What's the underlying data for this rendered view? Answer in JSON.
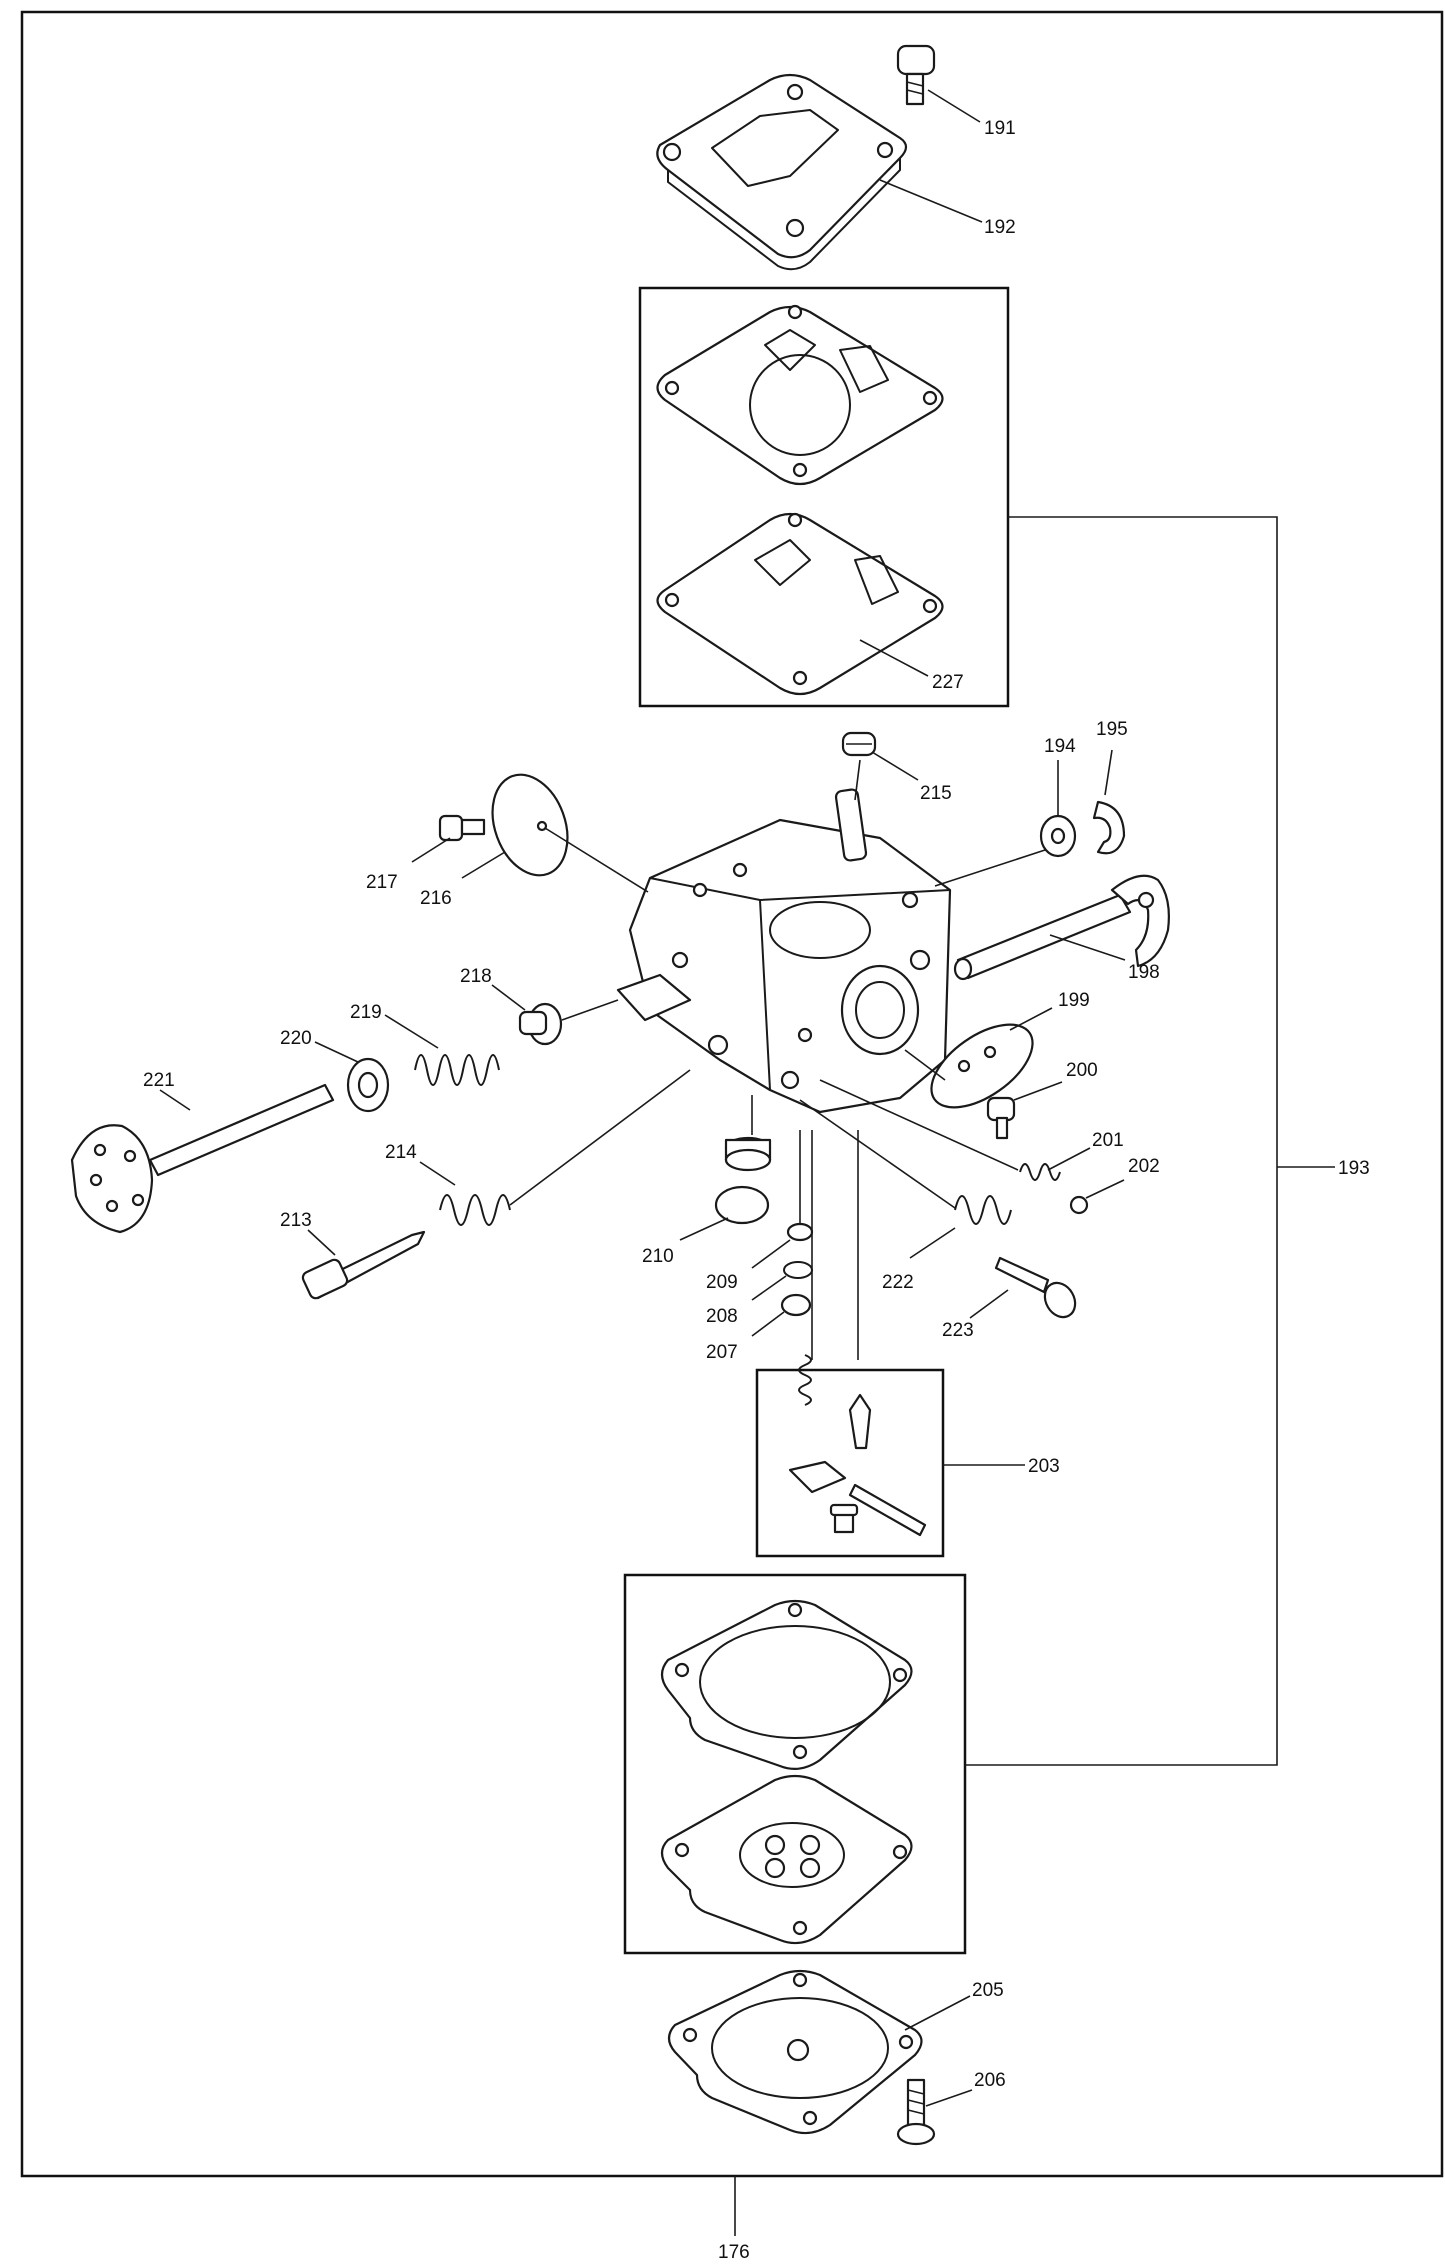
{
  "callouts": [
    {
      "id": "c191",
      "text": "191"
    },
    {
      "id": "c192",
      "text": "192"
    },
    {
      "id": "c227",
      "text": "227"
    },
    {
      "id": "c193",
      "text": "193"
    },
    {
      "id": "c215",
      "text": "215"
    },
    {
      "id": "c194",
      "text": "194"
    },
    {
      "id": "c195",
      "text": "195"
    },
    {
      "id": "c198",
      "text": "198"
    },
    {
      "id": "c217",
      "text": "217"
    },
    {
      "id": "c216",
      "text": "216"
    },
    {
      "id": "c218",
      "text": "218"
    },
    {
      "id": "c219",
      "text": "219"
    },
    {
      "id": "c220",
      "text": "220"
    },
    {
      "id": "c221",
      "text": "221"
    },
    {
      "id": "c199",
      "text": "199"
    },
    {
      "id": "c200",
      "text": "200"
    },
    {
      "id": "c201",
      "text": "201"
    },
    {
      "id": "c202",
      "text": "202"
    },
    {
      "id": "c214",
      "text": "214"
    },
    {
      "id": "c213",
      "text": "213"
    },
    {
      "id": "c210",
      "text": "210"
    },
    {
      "id": "c209",
      "text": "209"
    },
    {
      "id": "c208",
      "text": "208"
    },
    {
      "id": "c207",
      "text": "207"
    },
    {
      "id": "c222",
      "text": "222"
    },
    {
      "id": "c223",
      "text": "223"
    },
    {
      "id": "c203",
      "text": "203"
    },
    {
      "id": "c205",
      "text": "205"
    },
    {
      "id": "c206",
      "text": "206"
    },
    {
      "id": "c176",
      "text": "176"
    }
  ]
}
